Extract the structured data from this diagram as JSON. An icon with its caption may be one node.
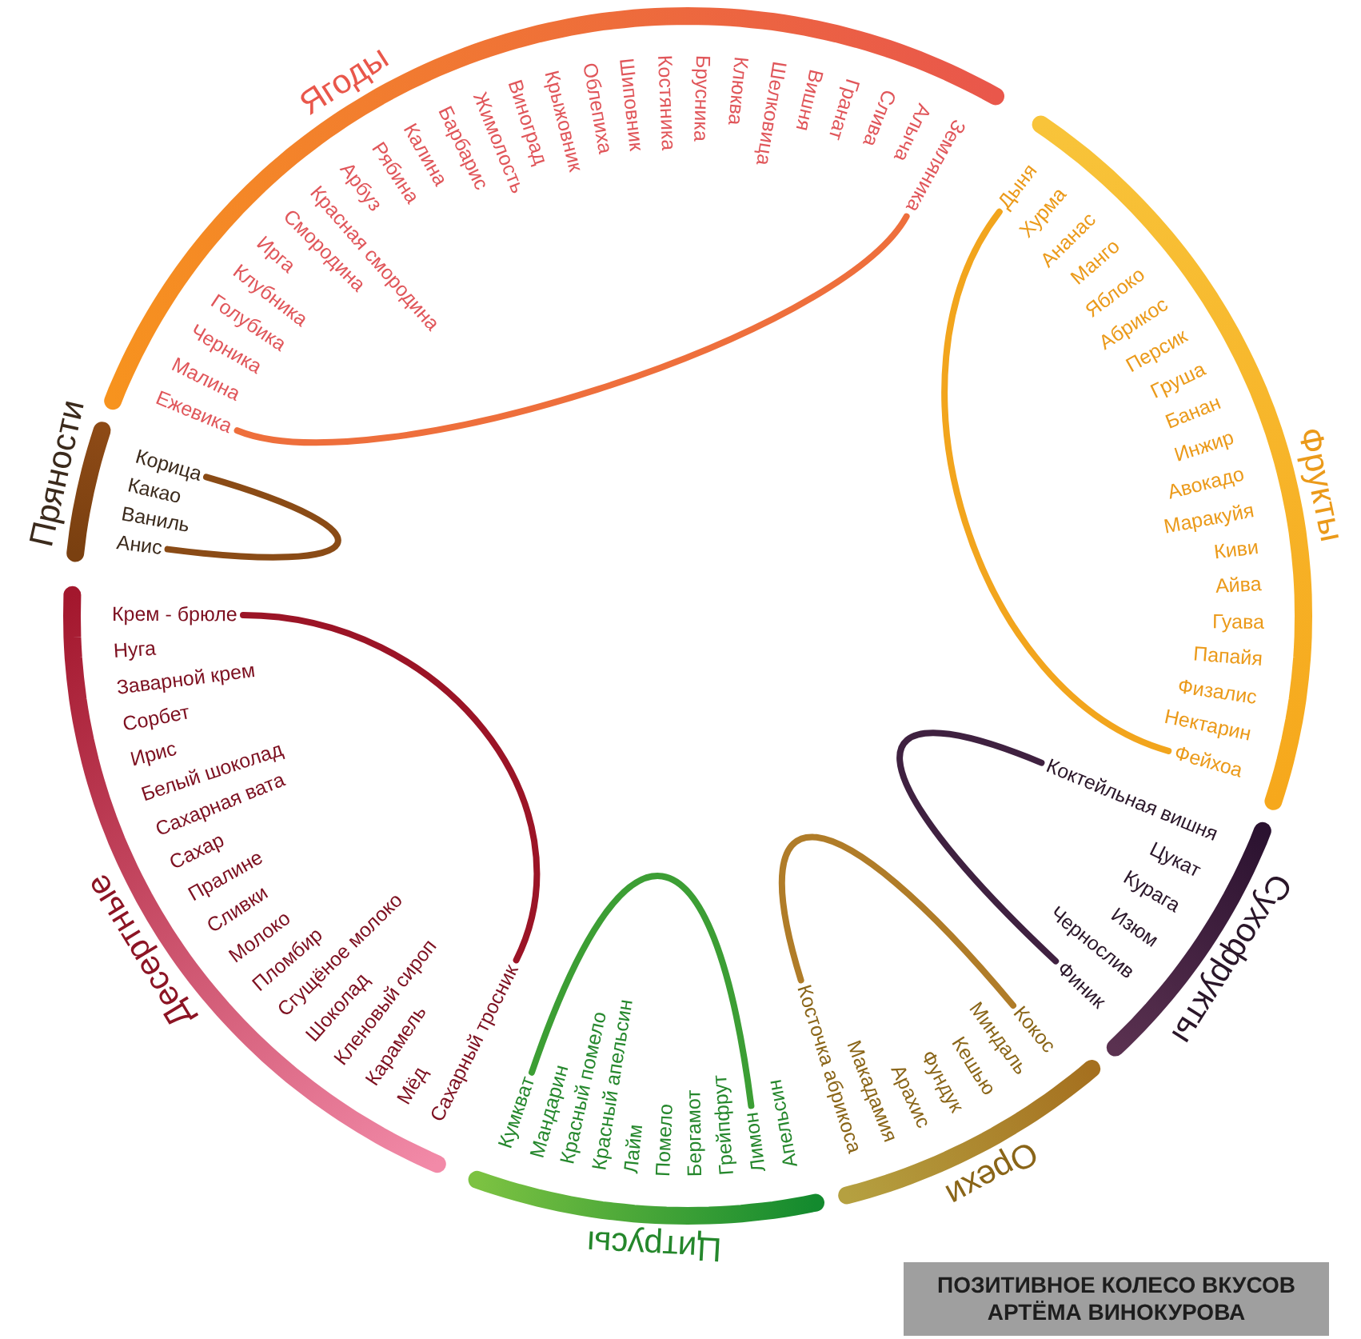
{
  "diagram": {
    "title": "ПОЗИТИВНОЕ КОЛЕСО ВКУСОВ АРТЁМА ВИНОКУРОВА",
    "nodes": [
      {
        "text": [
          "Ягоды"
        ]
      },
      {
        "text": [
          "Ежевика"
        ],
        "in": 0
      },
      {
        "text": [
          "Малина"
        ],
        "in": 0
      },
      {
        "text": [
          "Черника"
        ],
        "in": 0
      },
      {
        "text": [
          "Голубика"
        ],
        "in": 0
      },
      {
        "text": [
          "Клубника"
        ],
        "in": 0
      },
      {
        "text": [
          "Ирга"
        ],
        "in": 0
      },
      {
        "text": [
          "Смородина"
        ],
        "in": 0
      },
      {
        "text": [
          "Красная смородина"
        ],
        "in": 0
      },
      {
        "text": [
          "Арбуз"
        ],
        "in": 0
      },
      {
        "text": [
          "Рябина"
        ],
        "in": 0
      },
      {
        "text": [
          "Калина"
        ],
        "in": 0
      },
      {
        "text": [
          "Барбарис"
        ],
        "in": 0
      },
      {
        "text": [
          "Жимолость"
        ],
        "in": 0
      },
      {
        "text": [
          "Виноград"
        ],
        "in": 0
      },
      {
        "text": [
          "Крыжовник"
        ],
        "in": 0
      },
      {
        "text": [
          "Облепиха"
        ],
        "in": 0
      },
      {
        "text": [
          "Шиповник"
        ],
        "in": 0
      },
      {
        "text": [
          "Костяника"
        ],
        "in": 0
      },
      {
        "text": [
          "Брусника"
        ],
        "in": 0
      },
      {
        "text": [
          "Клюква"
        ],
        "in": 0
      },
      {
        "text": [
          "Шелковица"
        ],
        "in": 0
      },
      {
        "text": [
          "Вишня"
        ],
        "in": 0
      },
      {
        "text": [
          "Гранат"
        ],
        "in": 0
      },
      {
        "text": [
          "Слива"
        ],
        "in": 0
      },
      {
        "text": [
          "Алыча"
        ],
        "in": 0
      },
      {
        "text": [
          "Земляника"
        ],
        "in": 0
      },
      {
        "text": [
          "Фрукты"
        ]
      },
      {
        "text": [
          "Дыня"
        ],
        "in": 27
      },
      {
        "text": [
          "Хурма"
        ],
        "in": 27
      },
      {
        "text": [
          "Ананас"
        ],
        "in": 27
      },
      {
        "text": [
          "Манго"
        ],
        "in": 27
      },
      {
        "text": [
          "Яблоко"
        ],
        "in": 27
      },
      {
        "text": [
          "Абрикос"
        ],
        "in": 27
      },
      {
        "text": [
          "Персик"
        ],
        "in": 27
      },
      {
        "text": [
          "Груша"
        ],
        "in": 27
      },
      {
        "text": [
          "Банан"
        ],
        "in": 27
      },
      {
        "text": [
          "Инжир"
        ],
        "in": 27
      },
      {
        "text": [
          "Авокадо"
        ],
        "in": 27
      },
      {
        "text": [
          "Маракуйя"
        ],
        "in": 27
      },
      {
        "text": [
          "Киви"
        ],
        "in": 27
      },
      {
        "text": [
          "Айва"
        ],
        "in": 27
      },
      {
        "text": [
          "Гуава"
        ],
        "in": 27
      },
      {
        "text": [
          "Папайя"
        ],
        "in": 27
      },
      {
        "text": [
          "Физалис"
        ],
        "in": 27
      },
      {
        "text": [
          "Нектарин"
        ],
        "in": 27
      },
      {
        "text": [
          "Фейхоа"
        ],
        "in": 27
      },
      {
        "text": [
          "Сухофрукты"
        ]
      },
      {
        "text": [
          "Коктейльная вишня"
        ],
        "in": 47
      },
      {
        "text": [
          "Цукат"
        ],
        "in": 47
      },
      {
        "text": [
          "Курага"
        ],
        "in": 47
      },
      {
        "text": [
          "Изюм"
        ],
        "in": 47
      },
      {
        "text": [
          "Чернослив"
        ],
        "in": 47
      },
      {
        "text": [
          "Финик"
        ],
        "in": 47
      },
      {
        "text": [
          "Орехи"
        ]
      },
      {
        "text": [
          "Кокос"
        ],
        "in": 54
      },
      {
        "text": [
          "Миндаль"
        ],
        "in": 54
      },
      {
        "text": [
          "Кешью"
        ],
        "in": 54
      },
      {
        "text": [
          "Фундук"
        ],
        "in": 54
      },
      {
        "text": [
          "Арахис"
        ],
        "in": 54
      },
      {
        "text": [
          "Макадамия"
        ],
        "in": 54
      },
      {
        "text": [
          "Косточка абрикоса"
        ],
        "in": 54
      },
      {
        "text": [
          "Цитрусы"
        ]
      },
      {
        "text": [
          "Апельсин"
        ],
        "in": 62
      },
      {
        "text": [
          "Лимон"
        ],
        "in": 62
      },
      {
        "text": [
          "Грейпфрут"
        ],
        "in": 62
      },
      {
        "text": [
          "Бергамот"
        ],
        "in": 62
      },
      {
        "text": [
          "Помело"
        ],
        "in": 62
      },
      {
        "text": [
          "Лайм"
        ],
        "in": 62
      },
      {
        "text": [
          "Красный апельсин"
        ],
        "in": 62
      },
      {
        "text": [
          "Красный помело"
        ],
        "in": 62
      },
      {
        "text": [
          "Мандарин"
        ],
        "in": 62
      },
      {
        "text": [
          "Кумкват"
        ],
        "in": 62
      },
      {
        "text": [
          "Десертные"
        ]
      },
      {
        "text": [
          "Сахарный тросник"
        ],
        "in": 73
      },
      {
        "text": [
          "Мёд"
        ],
        "in": 73
      },
      {
        "text": [
          "Карамель"
        ],
        "in": 73
      },
      {
        "text": [
          "Кленовый сироп"
        ],
        "in": 73
      },
      {
        "text": [
          "Шоколад"
        ],
        "in": 73
      },
      {
        "text": [
          "Сгущёное молоко"
        ],
        "in": 73
      },
      {
        "text": [
          "Пломбир"
        ],
        "in": 73
      },
      {
        "text": [
          "Молоко"
        ],
        "in": 73
      },
      {
        "text": [
          "Сливки"
        ],
        "in": 73
      },
      {
        "text": [
          "Пралине"
        ],
        "in": 73
      },
      {
        "text": [
          "Сахар"
        ],
        "in": 73
      },
      {
        "text": [
          "Сахарная вата"
        ],
        "in": 73
      },
      {
        "text": [
          "Белый шоколад"
        ],
        "in": 73
      },
      {
        "text": [
          "Ирис"
        ],
        "in": 73
      },
      {
        "text": [
          "Сорбет"
        ],
        "in": 73
      },
      {
        "text": [
          "Заварной крем"
        ],
        "in": 73
      },
      {
        "text": [
          "Нуга"
        ],
        "in": 73
      },
      {
        "text": [
          "Крем - брюле"
        ],
        "in": 73
      },
      {
        "text": [
          "Пряности"
        ]
      },
      {
        "text": [
          "Анис"
        ],
        "in": 92
      },
      {
        "text": [
          "Ваниль"
        ],
        "in": 92
      },
      {
        "text": [
          "Какао"
        ],
        "in": 92
      },
      {
        "text": [
          "Корица"
        ],
        "in": 92
      }
    ],
    "edges": [
      {
        "from": 1,
        "to": 26,
        "arrow": "none",
        "color": "#ee6f3c"
      },
      {
        "from": 28,
        "to": 46,
        "arrow": "none",
        "color": "#f2a51d"
      },
      {
        "from": 48,
        "to": 53,
        "arrow": "none",
        "color": "#3f2140"
      },
      {
        "from": 61,
        "to": 55,
        "arrow": "none",
        "color": "#b07c28"
      },
      {
        "from": 72,
        "to": 64,
        "arrow": "none",
        "color": "#3c9e34"
      },
      {
        "from": 91,
        "to": 74,
        "arrow": "none",
        "color": "#9b1426"
      },
      {
        "from": 96,
        "to": 93,
        "arrow": "none",
        "color": "#8a4b16"
      }
    ]
  }
}
